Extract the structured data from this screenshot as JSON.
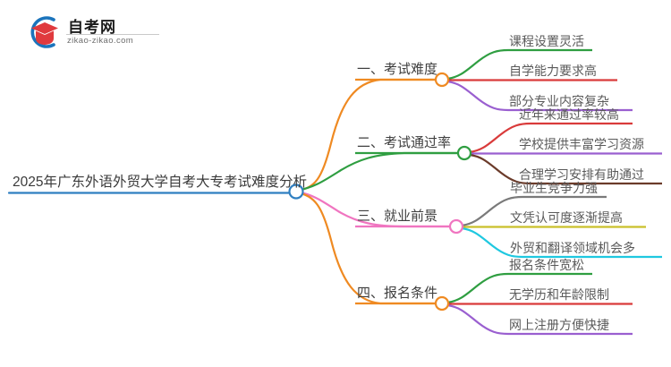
{
  "logo": {
    "name_cn": "自考网",
    "url": "zikao-zikao.com",
    "mark_icon": "graduation-cap-icon",
    "arc_color": "#1b74bc",
    "cap_color": "#e03a3e"
  },
  "mindmap": {
    "root": {
      "label": "2025年广东外语外贸大学自考大专考试难度分析",
      "color": "#2f7fc1"
    },
    "branches": [
      {
        "label": "一、考试难度",
        "color": "#ef8a22",
        "children": [
          {
            "label": "课程设置灵活",
            "color": "#2f9e41"
          },
          {
            "label": "自学能力要求高",
            "color": "#d93b3b"
          },
          {
            "label": "部分专业内容复杂",
            "color": "#9a5fd0"
          }
        ]
      },
      {
        "label": "二、考试通过率",
        "color": "#2f9e41",
        "children": [
          {
            "label": "近年来通过率较高",
            "color": "#d93b3b"
          },
          {
            "label": "学校提供丰富学习资源",
            "color": "#9a5fd0"
          },
          {
            "label": "合理学习安排有助通过",
            "color": "#6b3b2a"
          }
        ]
      },
      {
        "label": "三、就业前景",
        "color": "#f075c0",
        "children": [
          {
            "label": "毕业生竞争力强",
            "color": "#7a7a7a"
          },
          {
            "label": "文凭认可度逐渐提高",
            "color": "#c9c02a"
          },
          {
            "label": "外贸和翻译领域机会多",
            "color": "#1fc8e0"
          }
        ]
      },
      {
        "label": "四、报名条件",
        "color": "#ef8a22",
        "children": [
          {
            "label": "报名条件宽松",
            "color": "#2f9e41"
          },
          {
            "label": "无学历和年龄限制",
            "color": "#d93b3b"
          },
          {
            "label": "网上注册方便快捷",
            "color": "#9a5fd0"
          }
        ]
      }
    ]
  }
}
